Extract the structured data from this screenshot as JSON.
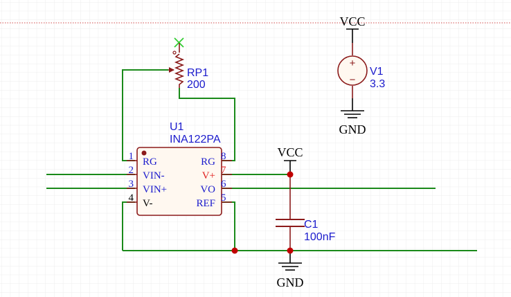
{
  "colors": {
    "background": "#ffffff",
    "grid": "#e6e6e6",
    "sheet_border": "#d24a4a",
    "wire": "#1a8a1a",
    "component": "#8b1a1a",
    "component_fill": "#fff8f0",
    "junction": "#c00000",
    "pin_number": "#1a1acc",
    "pin_number_power": "#e02020",
    "ref_text": "#1a1acc",
    "power_text": "#000000",
    "no_connect": "#33cc33"
  },
  "rp1": {
    "ref": "RP1",
    "value": "200"
  },
  "u1": {
    "ref": "U1",
    "value": "INA122PA",
    "pins_left": [
      {
        "num": "1",
        "name": "RG",
        "power": false
      },
      {
        "num": "2",
        "name": "VIN-",
        "power": false
      },
      {
        "num": "3",
        "name": "VIN+",
        "power": false
      },
      {
        "num": "4",
        "name": "V-",
        "power": true
      }
    ],
    "pins_right": [
      {
        "num": "8",
        "name": "RG",
        "power": false
      },
      {
        "num": "7",
        "name": "V+",
        "power": true
      },
      {
        "num": "6",
        "name": "VO",
        "power": false
      },
      {
        "num": "5",
        "name": "REF",
        "power": false
      }
    ]
  },
  "v1": {
    "ref": "V1",
    "value": "3.3",
    "plus": "+",
    "minus": "−"
  },
  "c1": {
    "ref": "C1",
    "value": "100nF"
  },
  "power": {
    "vcc_top": "VCC",
    "gnd_top": "GND",
    "vcc_cap": "VCC",
    "gnd_cap": "GND"
  }
}
